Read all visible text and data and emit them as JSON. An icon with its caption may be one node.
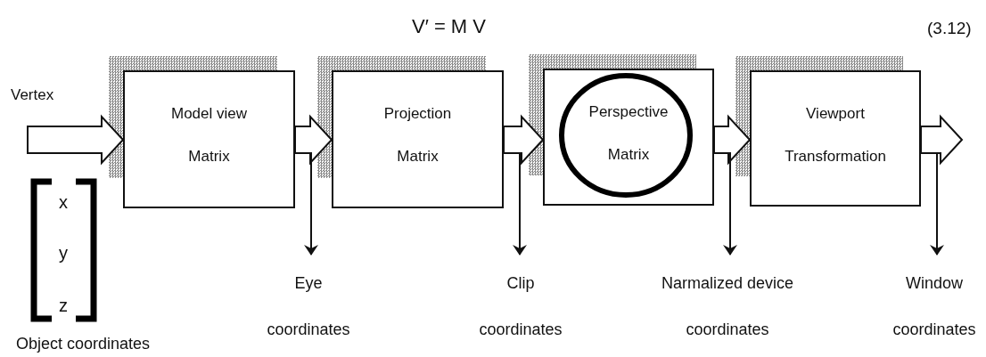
{
  "diagram": {
    "nodes": [
      {
        "text": [
          "Model view",
          "Matrix"
        ]
      },
      {
        "text": [
          "Projection",
          "Matrix"
        ]
      },
      {
        "text": [
          "Perspective",
          "Matrix"
        ]
      },
      {
        "text": [
          "Viewport",
          "Transformation"
        ]
      },
      {
        "text": [
          "Eye coordinates"
        ]
      },
      {
        "text": [
          "Clip coordinates"
        ]
      },
      {
        "text": [
          "Narmalized device coordinates"
        ]
      },
      {
        "text": [
          "Window coordinates"
        ]
      }
    ],
    "edges": [
      {
        "from": null,
        "to": 0,
        "arrow": "to",
        "style": "thick"
      },
      {
        "from": 0,
        "to": 1,
        "arrow": "to",
        "style": "thick"
      },
      {
        "from": 1,
        "to": 2,
        "arrow": "to",
        "style": "thick"
      },
      {
        "from": 2,
        "to": 3,
        "arrow": "to",
        "style": "thick"
      },
      {
        "from": 3,
        "to": null,
        "arrow": "to",
        "style": "thick"
      },
      {
        "from": 0,
        "to": 4,
        "arrow": "to"
      },
      {
        "from": 1,
        "to": 5,
        "arrow": "to"
      },
      {
        "from": 2,
        "to": 6,
        "arrow": "to"
      },
      {
        "from": 3,
        "to": 7,
        "arrow": "to"
      }
    ],
    "labels": [
      "V′ = M V",
      "(3.12)",
      "Vertex",
      "x",
      "y",
      "z",
      "Object coordinates"
    ]
  }
}
